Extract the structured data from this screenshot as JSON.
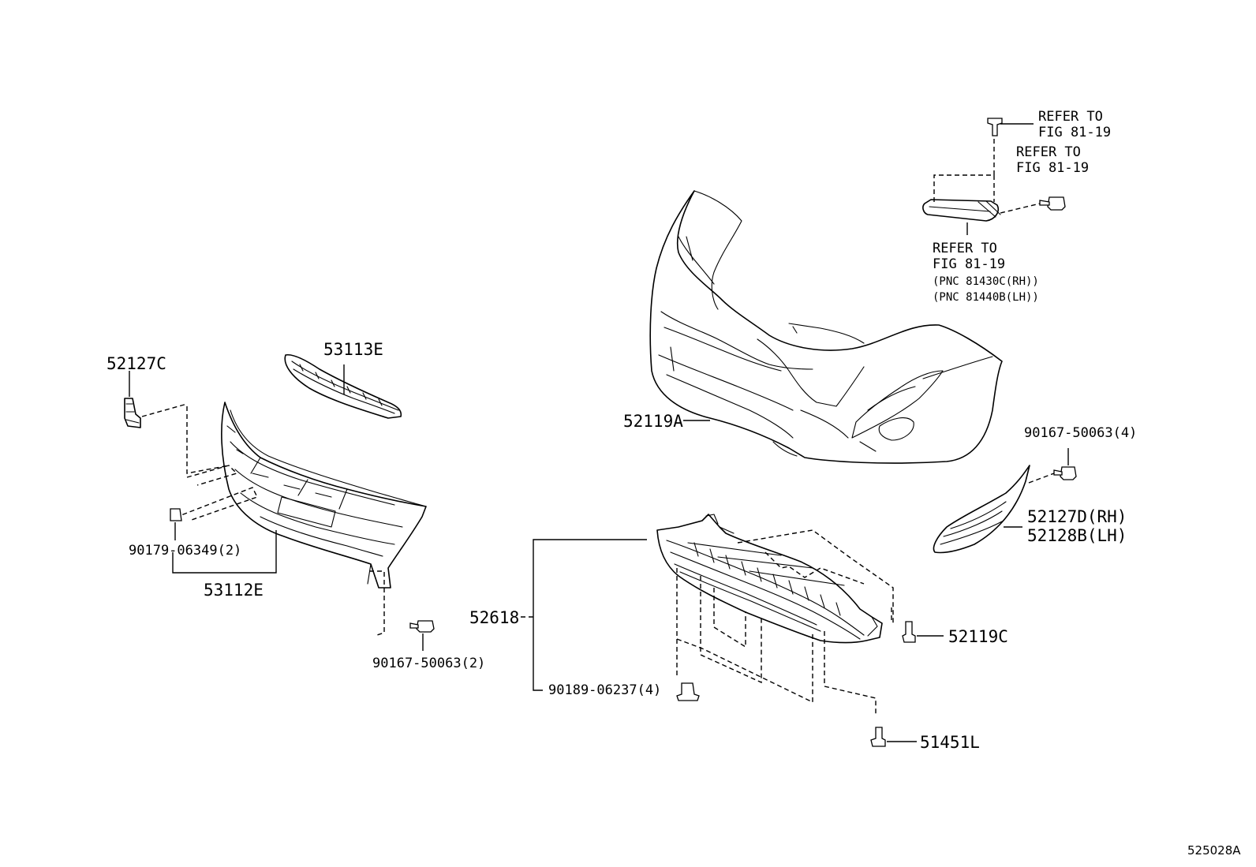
{
  "labels": {
    "p52127C": "52127C",
    "p53113E": "53113E",
    "p90179": "90179-06349(2)",
    "p53112E": "53112E",
    "p90167_left": "90167-50063(2)",
    "p52618": "52618",
    "p90189": "90189-06237(4)",
    "p52119A": "52119A",
    "p52119C": "52119C",
    "p51451L": "51451L",
    "p90167_right": "90167-50063(4)",
    "p52127D": "52127D(RH)",
    "p52128B": "52128B(LH)",
    "ref1_line1": "REFER TO",
    "ref1_line2": "FIG 81-19",
    "ref2_line1": "REFER TO",
    "ref2_line2": "FIG 81-19",
    "ref3_line1": "REFER TO",
    "ref3_line2": "FIG 81-19",
    "pnc_rh": "(PNC 81430C(RH))",
    "pnc_lh": "(PNC 81440B(LH))",
    "figure_id": "525028A"
  }
}
